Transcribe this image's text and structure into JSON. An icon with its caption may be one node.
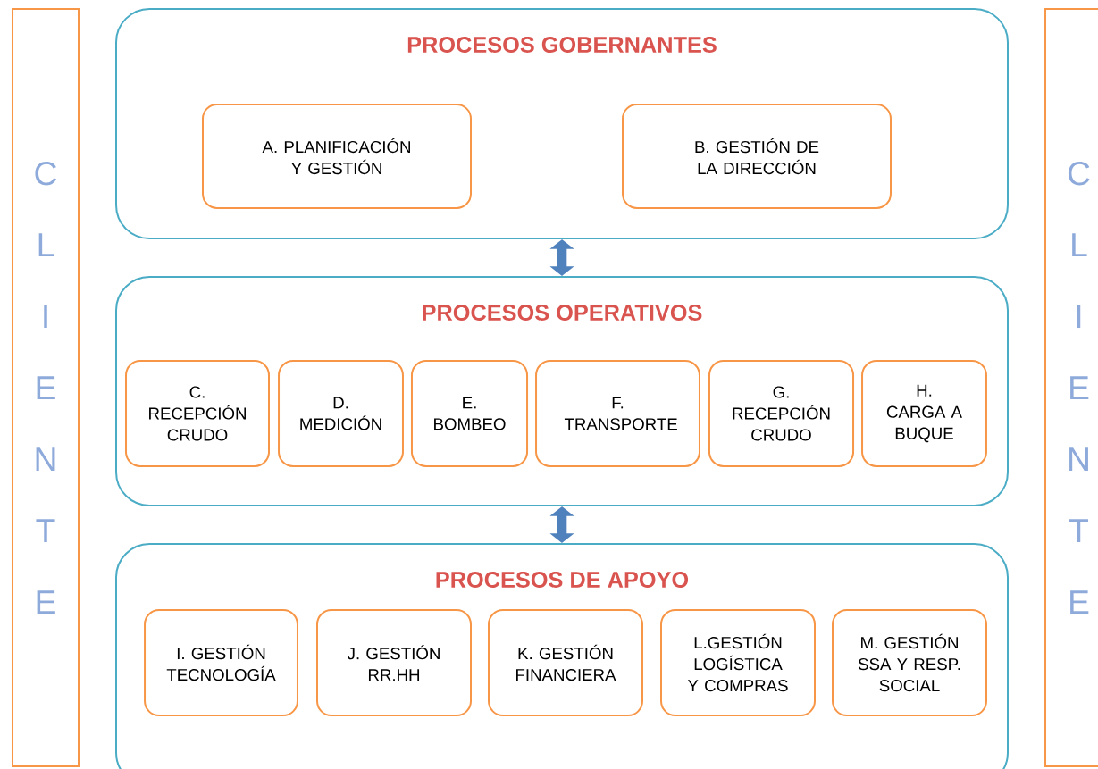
{
  "diagram": {
    "nodes": [
      {
        "text": [
          "C L I E N T E"
        ]
      },
      {
        "text": [
          "PROCESOS GOBERNANTES"
        ]
      },
      {
        "text": [
          "A. PLANIFICACIÓN Y GESTIÓN"
        ],
        "in": 1
      },
      {
        "text": [
          "B. GESTIÓN DE LA DIRECCIÓN"
        ],
        "in": 1
      },
      {
        "text": [
          "PROCESOS OPERATIVOS"
        ]
      },
      {
        "text": [
          "C. RECEPCIÓN CRUDO"
        ],
        "in": 4
      },
      {
        "text": [
          "D. MEDICIÓN"
        ],
        "in": 4
      },
      {
        "text": [
          "E. BOMBEO"
        ],
        "in": 4
      },
      {
        "text": [
          "F. TRANSPORTE"
        ],
        "in": 4
      },
      {
        "text": [
          "G. RECEPCIÓN CRUDO"
        ],
        "in": 4
      },
      {
        "text": [
          "H. CARGA A BUQUE"
        ],
        "in": 4
      },
      {
        "text": [
          "PROCESOS DE APOYO"
        ]
      },
      {
        "text": [
          "I. GESTIÓN TECNOLOGÍA"
        ],
        "in": 11
      },
      {
        "text": [
          "J. GESTIÓN RR.HH"
        ],
        "in": 11
      },
      {
        "text": [
          "K. GESTIÓN FINANCIERA"
        ],
        "in": 11
      },
      {
        "text": [
          "L.GESTIÓN LOGÍSTICA Y COMPRAS"
        ],
        "in": 11
      },
      {
        "text": [
          "M. GESTIÓN SSA Y RESP. SOCIAL"
        ],
        "in": 11
      },
      {
        "text": [
          "C L I E N T E"
        ]
      }
    ],
    "edges": [
      {
        "from": 1,
        "to": 4,
        "arrow": "both"
      },
      {
        "from": 4,
        "to": 11,
        "arrow": "both"
      }
    ]
  }
}
